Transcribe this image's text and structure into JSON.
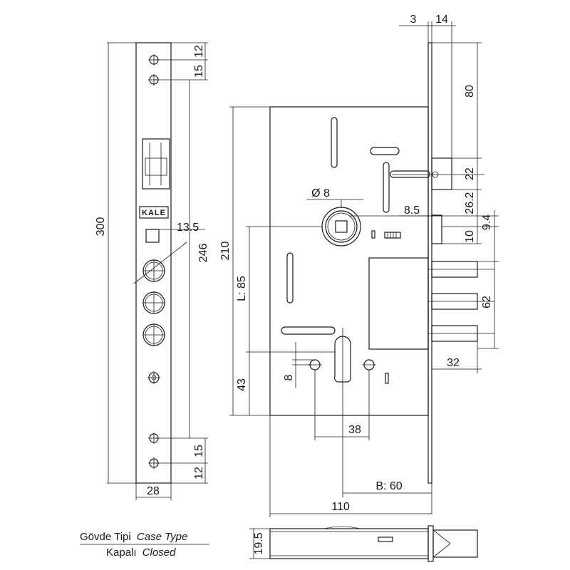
{
  "dimensions": {
    "faceplate_screw_gap_top": "12",
    "faceplate_screw_pitch_top": "15",
    "faceplate_length": "300",
    "faceplate_hole_span": "246",
    "faceplate_cutout": "13.5",
    "faceplate_screw_pitch_bottom": "15",
    "faceplate_screw_gap_bottom": "12",
    "faceplate_width": "28",
    "plate_thickness": "3",
    "latch_projection": "14",
    "top_offset": "80",
    "latch_height": "22",
    "latch_to_spindle": "26.2",
    "aux_height": "9.4",
    "aux_spacing": "10",
    "spindle_diameter": "Ø 8",
    "spindle_offset": "8.5",
    "case_height": "210",
    "center_distance": "L: 85",
    "bolt_spacing": "62",
    "bolt_projection": "32",
    "cylinder_to_bottom": "43",
    "screw_hole_offset": "8",
    "screw_hole_spacing": "38",
    "backset": "B: 60",
    "case_width": "110",
    "case_thickness": "19.5"
  },
  "logo": "KALE",
  "caption": {
    "line1_tr": "Gövde Tipi",
    "line1_en": "Case Type",
    "line2_tr": "Kapalı",
    "line2_en": "Closed"
  }
}
